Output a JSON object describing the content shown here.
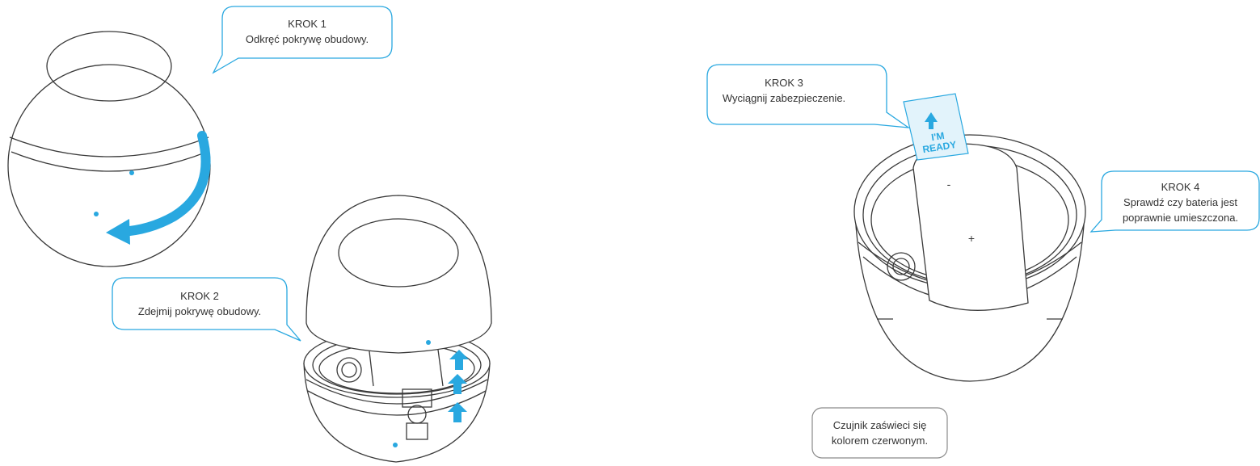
{
  "colors": {
    "accent": "#29a8e0",
    "outline": "#3a3a3a",
    "bubble_border": "#29a8e0",
    "note_border": "#8a8a8a"
  },
  "steps": [
    {
      "title": "KROK 1",
      "text": "Odkręć pokrywę obudowy."
    },
    {
      "title": "KROK 2",
      "text": "Zdejmij pokrywę obudowy."
    },
    {
      "title": "KROK 3",
      "text": "Wyciągnij zabezpieczenie."
    },
    {
      "title": "KROK 4",
      "text_line1": "Sprawdź czy bateria jest",
      "text_line2": "poprawnie umieszczona."
    }
  ],
  "note": {
    "line1": "Czujnik zaświeci się",
    "line2": "kolorem czerwonym."
  },
  "tab_label": {
    "line1": "I'M",
    "line2": "READY"
  },
  "battery": {
    "minus": "-",
    "plus": "+"
  },
  "icons": [
    "rotate-arrow-icon",
    "up-arrow-icon",
    "led-dot-icon"
  ]
}
